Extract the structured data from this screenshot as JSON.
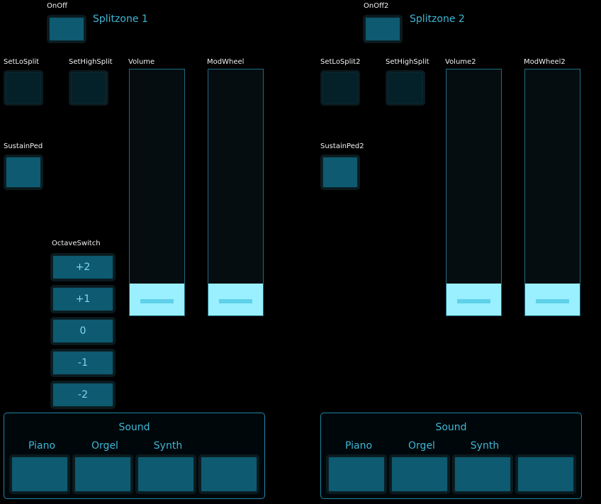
{
  "zone1": {
    "onoff_label": "OnOff",
    "title": "Splitzone 1",
    "set_lo_label": "SetLoSplit",
    "set_high_label": "SetHighSplit",
    "sustain_label": "SustainPed",
    "volume_label": "Volume",
    "modwheel_label": "ModWheel",
    "volume_level": 0.13,
    "modwheel_level": 0.13,
    "octave_label": "OctaveSwitch",
    "octave_buttons": [
      "+2",
      "+1",
      "0",
      "-1",
      "-2"
    ],
    "sound": {
      "title": "Sound",
      "labels": [
        "Piano",
        "Orgel",
        "Synth",
        ""
      ]
    }
  },
  "zone2": {
    "onoff_label": "OnOff2",
    "title": "Splitzone 2",
    "set_lo_label": "SetLoSplit2",
    "set_high_label": "SetHighSplit",
    "sustain_label": "SustainPed2",
    "volume_label": "Volume2",
    "modwheel_label": "ModWheel2",
    "volume_level": 0.13,
    "modwheel_level": 0.13,
    "sound": {
      "title": "Sound",
      "labels": [
        "Piano",
        "Orgel",
        "Synth",
        ""
      ]
    }
  },
  "colors": {
    "background": "#000000",
    "button": "#0e5a70",
    "accent_text": "#3fb7d6",
    "fader_fill": "#9af0ff",
    "panel_border": "#1e86a8"
  }
}
